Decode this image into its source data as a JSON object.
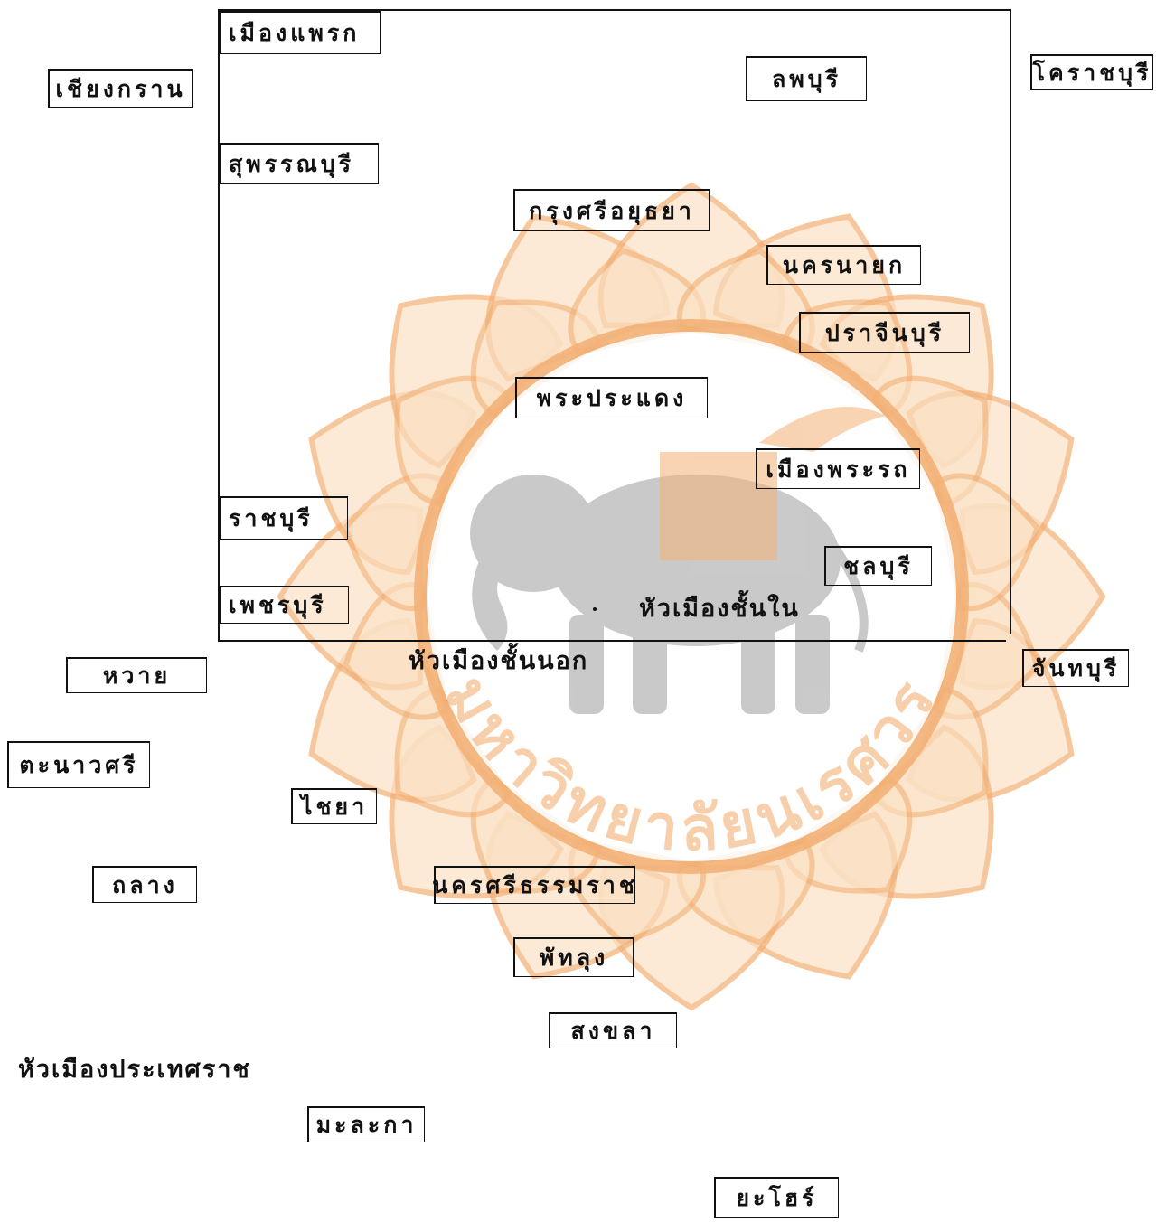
{
  "watermark": {
    "text": "มหาวิทยาลัยนเรศวร",
    "primary": "#f3b074",
    "light": "#fbe2c6",
    "elephant": "#9e9e9e"
  },
  "frames": {
    "inner_label": "หัวเมืองชั้นใน",
    "outer_label": "หัวเมืองชั้นนอก",
    "tributary_label": "หัวเมืองประเทศราช"
  },
  "towns": [
    "เมืองแพรก",
    "เชียงกราน",
    "ลพบุรี",
    "โคราชบุรี",
    "สุพรรณบุรี",
    "กรุงศรีอยุธยา",
    "นครนายก",
    "ปราจีนบุรี",
    "พระประแดง",
    "เมืองพระรถ",
    "ราชบุรี",
    "ชลบุรี",
    "เพชรบุรี",
    "หวาย",
    "จันทบุรี",
    "ตะนาวศรี",
    "ไชยา",
    "ถลาง",
    "นครศรีธรรมราช",
    "พัทลุง",
    "สงขลา",
    "มะละกา",
    "ยะโฮร์"
  ]
}
